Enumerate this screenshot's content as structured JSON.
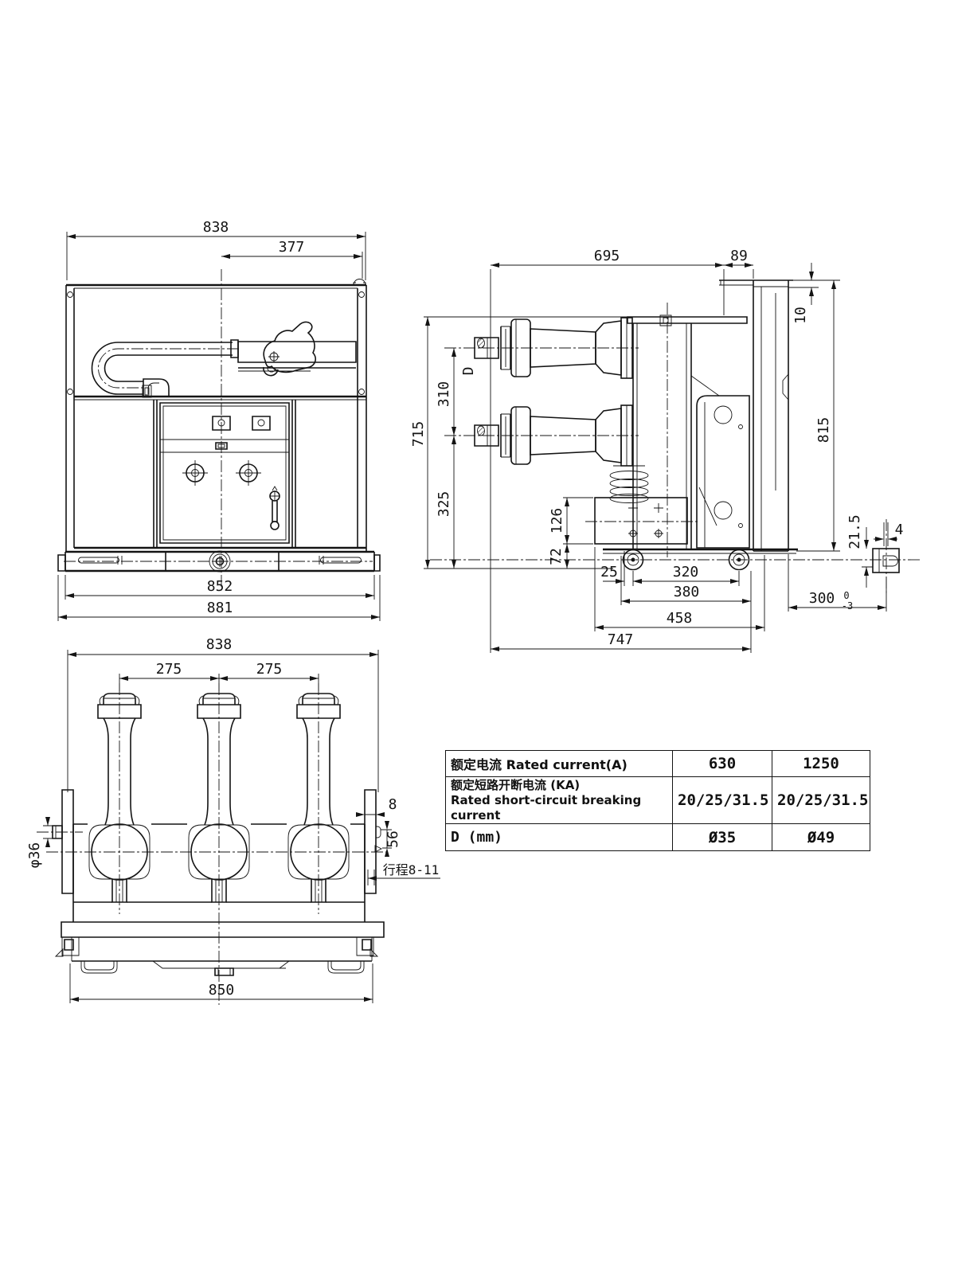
{
  "colors": {
    "ink": "#141414",
    "paper": "#ffffff"
  },
  "front_view": {
    "dims": {
      "overall_width": "838",
      "center_to_right": "377",
      "frame_width": "852",
      "overall_base": "881"
    }
  },
  "side_view": {
    "dims": {
      "depth": "695",
      "rear_offset": "89",
      "top_offset": "10",
      "panel_height": "815",
      "total_height": "715",
      "pole_spacing": "310",
      "lower_height": "325",
      "box_height": "126",
      "box_to_floor": "72",
      "wheel_offset": "25",
      "wheel_base": "320",
      "d380": "380",
      "d458": "458",
      "d747": "747",
      "d300": "300",
      "d300_tol_upper": "0",
      "d300_tol_lower": "-3",
      "d21_5": "21.5",
      "d4": "4",
      "contact_label": "D"
    }
  },
  "top_view": {
    "dims": {
      "overall_width": "838",
      "pole_pitch_left": "275",
      "pole_pitch_right": "275",
      "pin_diameter": "φ36",
      "plate_thickness": "8",
      "d56": "56",
      "stroke_range": "行程8-11",
      "base_width": "850"
    }
  },
  "spec_table": {
    "rows": [
      {
        "label": "额定电流 Rated current(A)",
        "values": [
          "630",
          "1250"
        ]
      },
      {
        "label_line1": "额定短路开断电流 (KA)",
        "label_line2": "Rated short-circuit breaking current",
        "values": [
          "20/25/31.5",
          "20/25/31.5"
        ]
      },
      {
        "label": "D (mm)",
        "values": [
          "Ø35",
          "Ø49"
        ]
      }
    ]
  }
}
